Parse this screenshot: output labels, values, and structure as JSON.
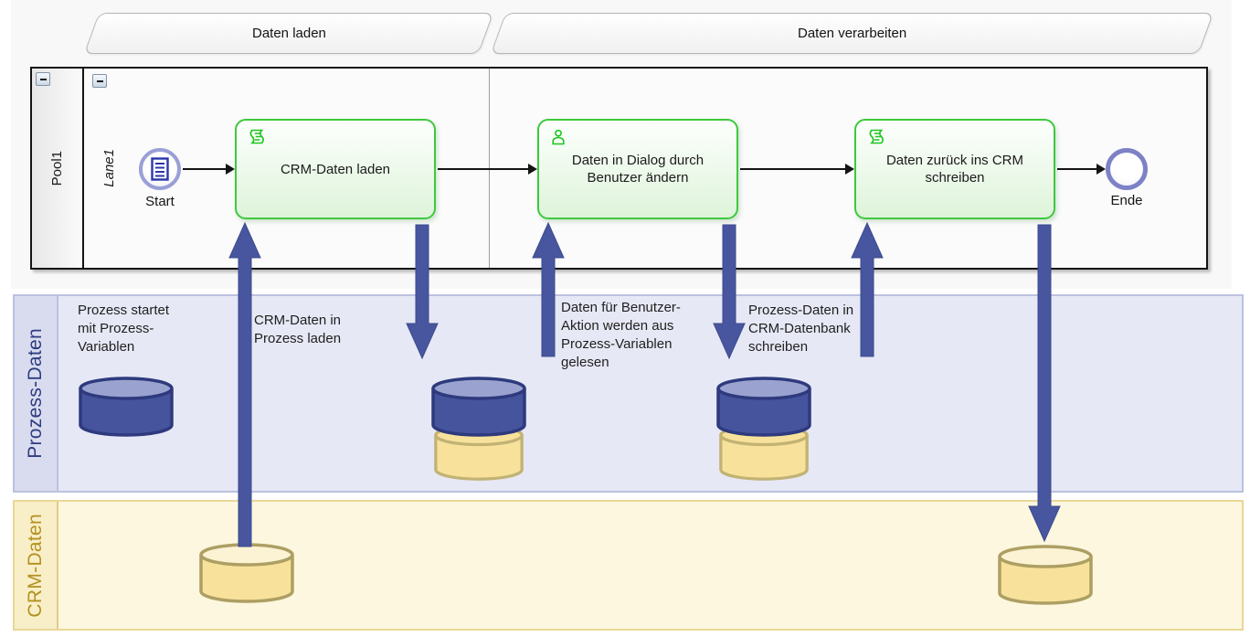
{
  "phases": {
    "items": [
      {
        "label": "Daten laden"
      },
      {
        "label": "Daten verarbeiten"
      }
    ]
  },
  "pool": {
    "label": "Pool1",
    "lane_label": "Lane1"
  },
  "flow": {
    "start_label": "Start",
    "end_label": "Ende",
    "tasks": [
      {
        "label": "CRM-Daten laden",
        "icon": "script-icon"
      },
      {
        "label": "Daten in Dialog durch\nBenutzer ändern",
        "icon": "user-icon"
      },
      {
        "label": "Daten zurück ins CRM\nschreiben",
        "icon": "script-icon"
      }
    ]
  },
  "bands": {
    "process": {
      "label": "Prozess-Daten"
    },
    "crm": {
      "label": "CRM-Daten"
    }
  },
  "annotations": [
    {
      "text": "Prozess startet\nmit Prozess-\nVariablen"
    },
    {
      "text": "CRM-Daten in\nProzess laden"
    },
    {
      "text": "Daten für Benutzer-\nAktion werden aus\nProzess-Variablen\ngelesen"
    },
    {
      "text": "Prozess-Daten in\nCRM-Datenbank\nschreiben"
    }
  ],
  "colors": {
    "big_arrow": "#47569e",
    "task_border": "#3dc93d",
    "task_icon_green": "#1ec41e",
    "process_band_fill": "#e6e8f5",
    "process_band_label": "#2e3c80",
    "crm_band_fill": "#fdf7df",
    "crm_band_label": "#b3901f",
    "blue_cylinder": "#46549e",
    "yellow_cylinder": "#f8e29b",
    "start_event_ring": "#9aa0d6",
    "end_event_ring": "#7d82c6"
  }
}
